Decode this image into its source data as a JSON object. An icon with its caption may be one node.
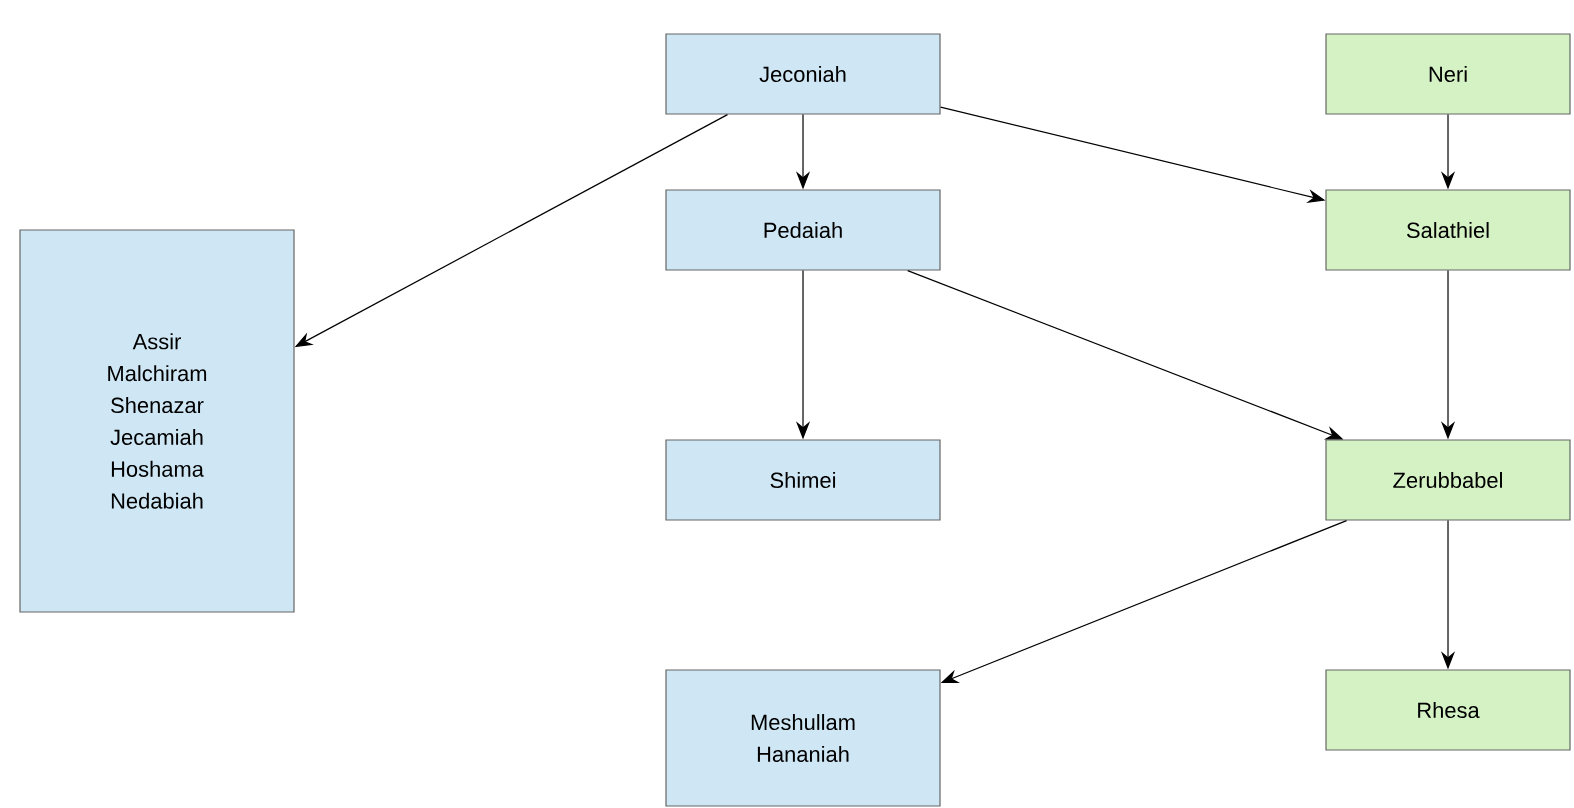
{
  "diagram": {
    "nodes": [
      {
        "text": [
          "Jeconiah"
        ]
      },
      {
        "text": [
          "Neri"
        ]
      },
      {
        "text": [
          "Assir",
          "Malchiram",
          "Shenazar",
          "Jecamiah",
          "Hoshama",
          "Nedabiah"
        ]
      },
      {
        "text": [
          "Pedaiah"
        ]
      },
      {
        "text": [
          "Salathiel"
        ]
      },
      {
        "text": [
          "Shimei"
        ]
      },
      {
        "text": [
          "Zerubbabel"
        ]
      },
      {
        "text": [
          "Meshullam",
          "Hananiah"
        ]
      },
      {
        "text": [
          "Rhesa"
        ]
      }
    ],
    "edges": [
      {
        "from": 0,
        "to": 2,
        "arrow": "to"
      },
      {
        "from": 0,
        "to": 3,
        "arrow": "to"
      },
      {
        "from": 0,
        "to": 4,
        "arrow": "to"
      },
      {
        "from": 1,
        "to": 4,
        "arrow": "to"
      },
      {
        "from": 3,
        "to": 5,
        "arrow": "to"
      },
      {
        "from": 3,
        "to": 6,
        "arrow": "to"
      },
      {
        "from": 4,
        "to": 6,
        "arrow": "to"
      },
      {
        "from": 6,
        "to": 7,
        "arrow": "to"
      },
      {
        "from": 6,
        "to": 8,
        "arrow": "to"
      }
    ]
  }
}
